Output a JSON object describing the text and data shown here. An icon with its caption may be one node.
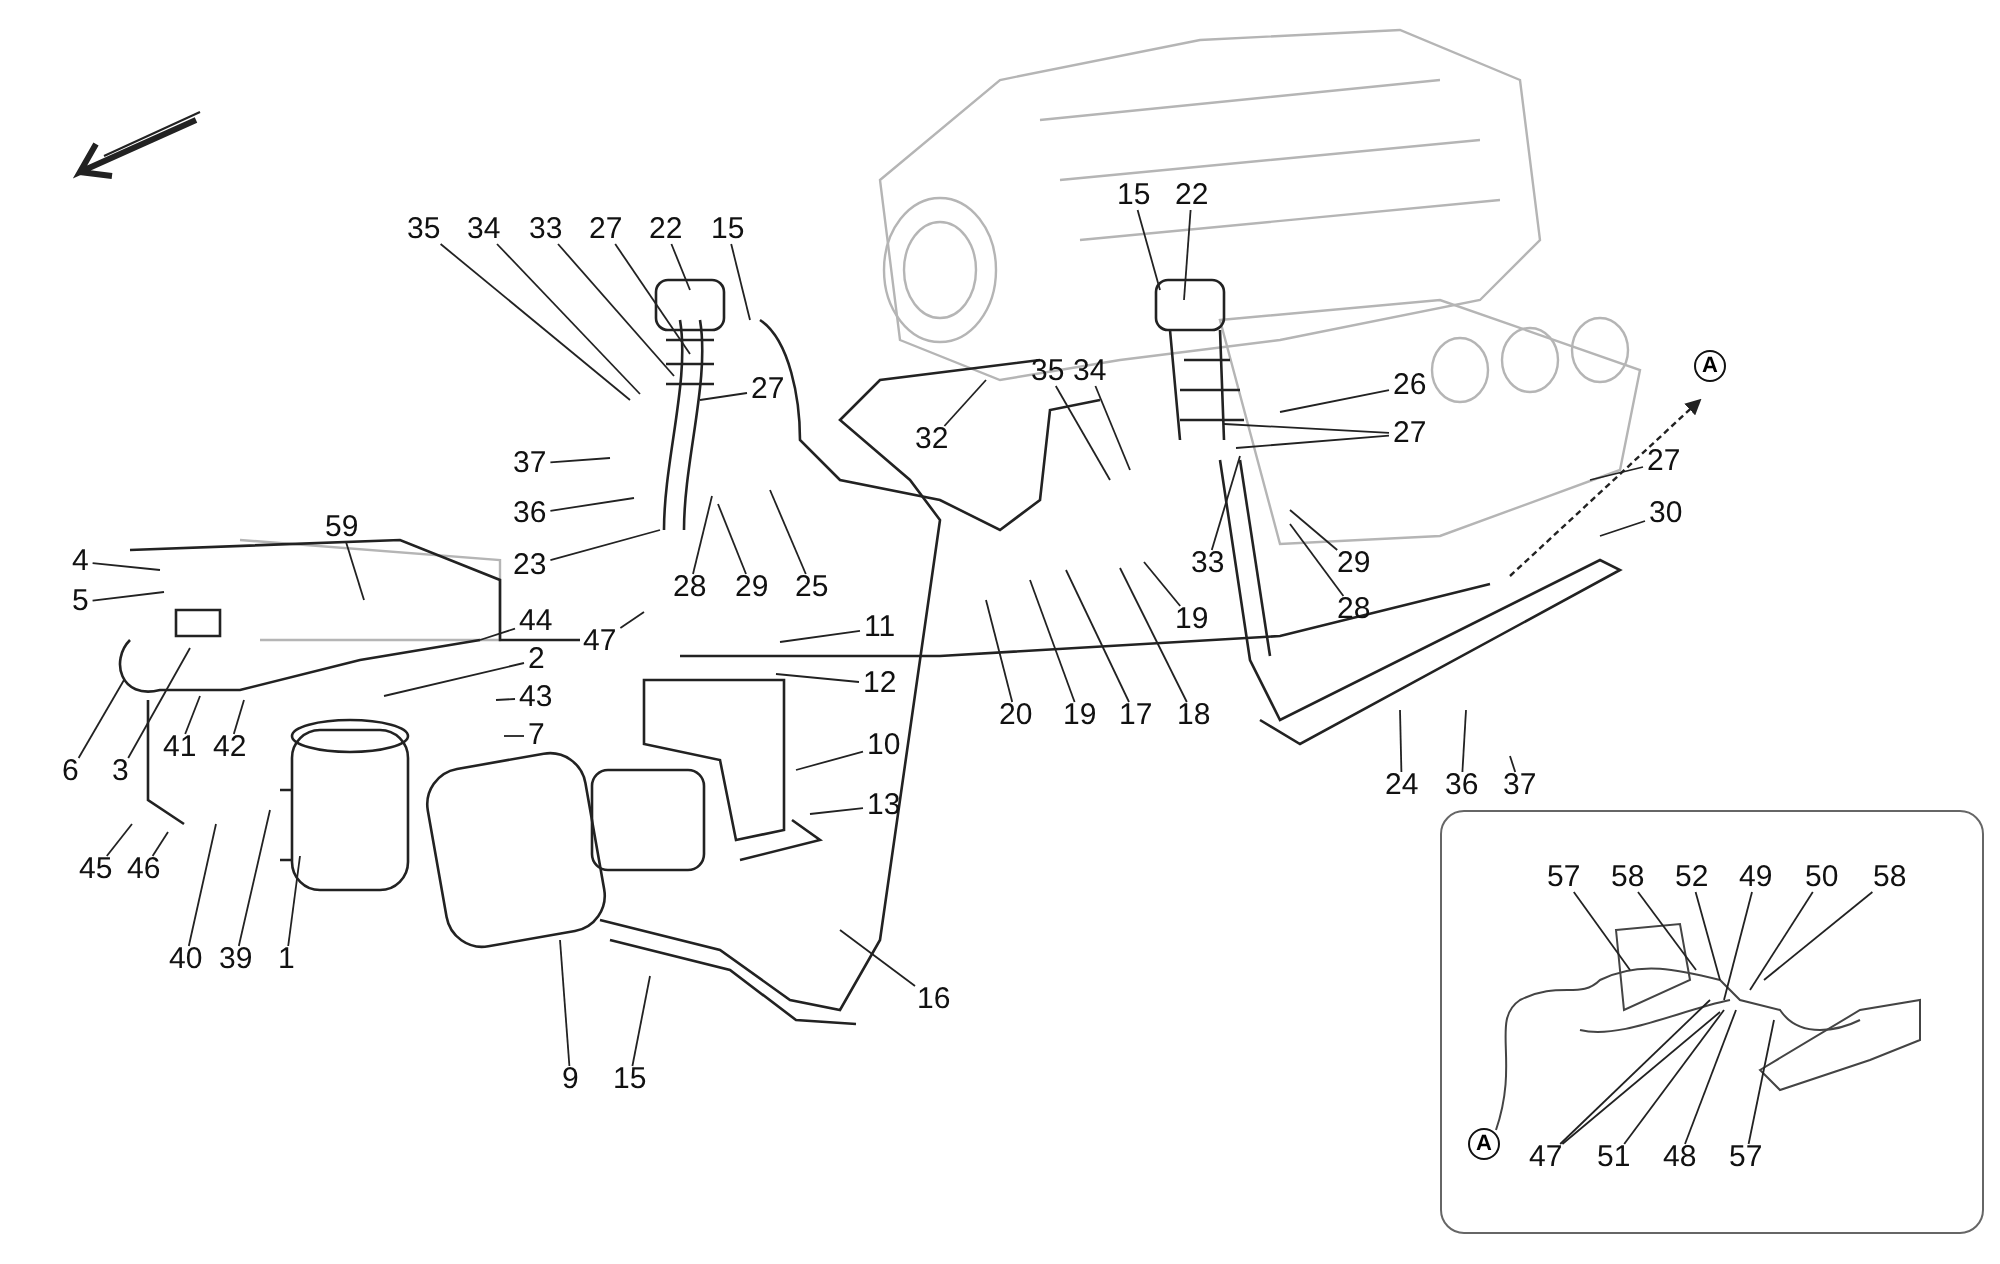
{
  "diagram": {
    "nodes": [
      {
        "text": [
          "35"
        ]
      },
      {
        "text": [
          "34"
        ]
      },
      {
        "text": [
          "33"
        ]
      },
      {
        "text": [
          "27"
        ]
      },
      {
        "text": [
          "22"
        ]
      },
      {
        "text": [
          "15"
        ]
      },
      {
        "text": [
          "27"
        ]
      },
      {
        "text": [
          "32"
        ]
      },
      {
        "text": [
          "37"
        ]
      },
      {
        "text": [
          "36"
        ]
      },
      {
        "text": [
          "23"
        ]
      },
      {
        "text": [
          "28"
        ]
      },
      {
        "text": [
          "29"
        ]
      },
      {
        "text": [
          "25"
        ]
      },
      {
        "text": [
          "59"
        ]
      },
      {
        "text": [
          "4"
        ]
      },
      {
        "text": [
          "5"
        ]
      },
      {
        "text": [
          "44"
        ]
      },
      {
        "text": [
          "47"
        ]
      },
      {
        "text": [
          "11"
        ]
      },
      {
        "text": [
          "2"
        ]
      },
      {
        "text": [
          "12"
        ]
      },
      {
        "text": [
          "43"
        ]
      },
      {
        "text": [
          "7"
        ]
      },
      {
        "text": [
          "6"
        ]
      },
      {
        "text": [
          "3"
        ]
      },
      {
        "text": [
          "41"
        ]
      },
      {
        "text": [
          "42"
        ]
      },
      {
        "text": [
          "10"
        ]
      },
      {
        "text": [
          "13"
        ]
      },
      {
        "text": [
          "45"
        ]
      },
      {
        "text": [
          "46"
        ]
      },
      {
        "text": [
          "40"
        ]
      },
      {
        "text": [
          "39"
        ]
      },
      {
        "text": [
          "1"
        ]
      },
      {
        "text": [
          "16"
        ]
      },
      {
        "text": [
          "9"
        ]
      },
      {
        "text": [
          "15"
        ]
      },
      {
        "text": [
          "20"
        ]
      },
      {
        "text": [
          "19"
        ]
      },
      {
        "text": [
          "17"
        ]
      },
      {
        "text": [
          "18"
        ]
      },
      {
        "text": [
          "19"
        ]
      },
      {
        "text": [
          "15"
        ]
      },
      {
        "text": [
          "22"
        ]
      },
      {
        "text": [
          "35"
        ]
      },
      {
        "text": [
          "34"
        ]
      },
      {
        "text": [
          "26"
        ]
      },
      {
        "text": [
          "27"
        ]
      },
      {
        "text": [
          "33"
        ]
      },
      {
        "text": [
          "29"
        ]
      },
      {
        "text": [
          "28"
        ]
      },
      {
        "text": [
          "27"
        ]
      },
      {
        "text": [
          "30"
        ]
      },
      {
        "text": [
          "24"
        ]
      },
      {
        "text": [
          "36"
        ]
      },
      {
        "text": [
          "37"
        ]
      },
      {
        "text": [],
        "shape": "box"
      },
      {
        "text": [
          "57"
        ],
        "in": 57
      },
      {
        "text": [
          "58"
        ],
        "in": 57
      },
      {
        "text": [
          "52"
        ],
        "in": 57
      },
      {
        "text": [
          "49"
        ],
        "in": 57
      },
      {
        "text": [
          "50"
        ],
        "in": 57
      },
      {
        "text": [
          "58"
        ],
        "in": 57
      },
      {
        "text": [
          "47"
        ],
        "in": 57
      },
      {
        "text": [
          "51"
        ],
        "in": 57
      },
      {
        "text": [
          "48"
        ],
        "in": 57
      },
      {
        "text": [
          "57"
        ],
        "in": 57
      }
    ],
    "edges": [
      {
        "from": 0,
        "to": null,
        "arrow": "none"
      },
      {
        "from": 1,
        "to": null,
        "arrow": "none"
      },
      {
        "from": 2,
        "to": null,
        "arrow": "none"
      },
      {
        "from": 3,
        "to": null,
        "arrow": "none"
      },
      {
        "from": 4,
        "to": null,
        "arrow": "none"
      },
      {
        "from": 5,
        "to": null,
        "arrow": "none"
      },
      {
        "from": 6,
        "to": null,
        "arrow": "none"
      },
      {
        "from": 7,
        "to": null,
        "arrow": "none"
      },
      {
        "from": 8,
        "to": null,
        "arrow": "none"
      },
      {
        "from": 9,
        "to": null,
        "arrow": "none"
      },
      {
        "from": 10,
        "to": null,
        "arrow": "none"
      },
      {
        "from": 11,
        "to": null,
        "arrow": "none"
      },
      {
        "from": 12,
        "to": null,
        "arrow": "none"
      },
      {
        "from": 13,
        "to": null,
        "arrow": "none"
      },
      {
        "from": 14,
        "to": null,
        "arrow": "none"
      },
      {
        "from": 15,
        "to": null,
        "arrow": "none"
      },
      {
        "from": 16,
        "to": null,
        "arrow": "none"
      },
      {
        "from": 17,
        "to": null,
        "arrow": "none"
      },
      {
        "from": 18,
        "to": null,
        "arrow": "none"
      },
      {
        "from": 19,
        "to": null,
        "arrow": "none"
      },
      {
        "from": 20,
        "to": null,
        "arrow": "none"
      },
      {
        "from": 21,
        "to": null,
        "arrow": "none"
      },
      {
        "from": 22,
        "to": null,
        "arrow": "none"
      },
      {
        "from": 23,
        "to": null,
        "arrow": "none"
      },
      {
        "from": 24,
        "to": null,
        "arrow": "none"
      },
      {
        "from": 25,
        "to": null,
        "arrow": "none"
      },
      {
        "from": 26,
        "to": null,
        "arrow": "none"
      },
      {
        "from": 27,
        "to": null,
        "arrow": "none"
      },
      {
        "from": 28,
        "to": null,
        "arrow": "none"
      },
      {
        "from": 29,
        "to": null,
        "arrow": "none"
      },
      {
        "from": 30,
        "to": null,
        "arrow": "none"
      },
      {
        "from": 31,
        "to": null,
        "arrow": "none"
      },
      {
        "from": 32,
        "to": null,
        "arrow": "none"
      },
      {
        "from": 33,
        "to": null,
        "arrow": "none"
      },
      {
        "from": 34,
        "to": null,
        "arrow": "none"
      },
      {
        "from": 35,
        "to": null,
        "arrow": "none"
      },
      {
        "from": 36,
        "to": null,
        "arrow": "none"
      },
      {
        "from": 37,
        "to": null,
        "arrow": "none"
      },
      {
        "from": 38,
        "to": null,
        "arrow": "none"
      },
      {
        "from": 39,
        "to": null,
        "arrow": "none"
      },
      {
        "from": 40,
        "to": null,
        "arrow": "none"
      },
      {
        "from": 41,
        "to": null,
        "arrow": "none"
      },
      {
        "from": 42,
        "to": null,
        "arrow": "none"
      },
      {
        "from": 43,
        "to": null,
        "arrow": "none"
      },
      {
        "from": 44,
        "to": null,
        "arrow": "none"
      },
      {
        "from": 45,
        "to": null,
        "arrow": "none"
      },
      {
        "from": 46,
        "to": null,
        "arrow": "none"
      },
      {
        "from": 47,
        "to": null,
        "arrow": "none"
      },
      {
        "from": 48,
        "to": null,
        "arrow": "none"
      },
      {
        "from": 48,
        "to": null,
        "arrow": "none"
      },
      {
        "from": 49,
        "to": null,
        "arrow": "none"
      },
      {
        "from": 50,
        "to": null,
        "arrow": "none"
      },
      {
        "from": 51,
        "to": null,
        "arrow": "none"
      },
      {
        "from": 52,
        "to": null,
        "arrow": "none"
      },
      {
        "from": 53,
        "to": null,
        "arrow": "none"
      },
      {
        "from": 54,
        "to": null,
        "arrow": "none"
      },
      {
        "from": 55,
        "to": null,
        "arrow": "none"
      },
      {
        "from": 56,
        "to": null,
        "arrow": "none"
      },
      {
        "from": 58,
        "to": null,
        "arrow": "none"
      },
      {
        "from": 59,
        "to": null,
        "arrow": "none"
      },
      {
        "from": 60,
        "to": null,
        "arrow": "none"
      },
      {
        "from": 61,
        "to": null,
        "arrow": "none"
      },
      {
        "from": 62,
        "to": null,
        "arrow": "none"
      },
      {
        "from": 63,
        "to": null,
        "arrow": "none"
      },
      {
        "from": 64,
        "to": null,
        "arrow": "none"
      },
      {
        "from": 64,
        "to": null,
        "arrow": "none"
      },
      {
        "from": 65,
        "to": null,
        "arrow": "none"
      },
      {
        "from": 66,
        "to": null,
        "arrow": "none"
      },
      {
        "from": 67,
        "to": null,
        "arrow": "none"
      }
    ],
    "labels": [
      "A",
      "A"
    ]
  }
}
